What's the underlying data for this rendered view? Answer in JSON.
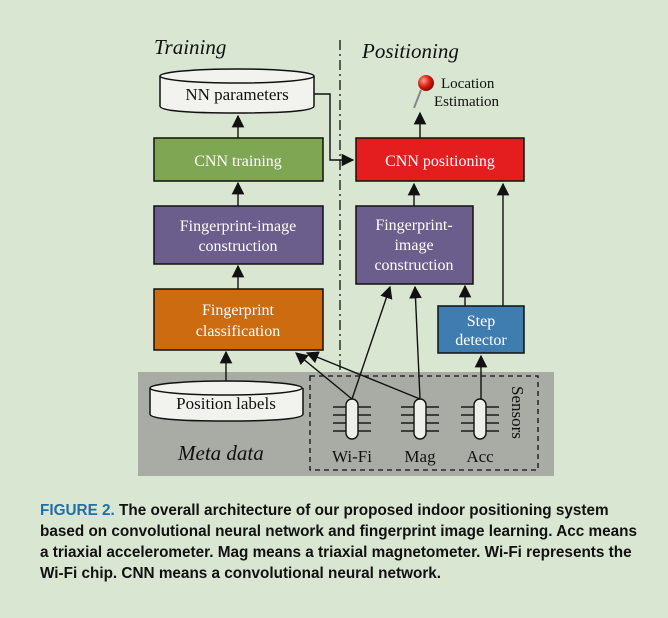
{
  "diagram": {
    "sections": {
      "training": "Training",
      "positioning": "Positioning"
    },
    "nodes": {
      "nn_parameters": "NN parameters",
      "cnn_training": "CNN training",
      "fpi_training": [
        "Fingerprint-image",
        "construction"
      ],
      "fp_classification": [
        "Fingerprint",
        "classification"
      ],
      "position_labels": "Position labels",
      "meta_data": "Meta data",
      "cnn_positioning": "CNN positioning",
      "fpi_positioning": [
        "Fingerprint-",
        "image",
        "construction"
      ],
      "step_detector": [
        "Step",
        "detector"
      ],
      "location_estimation": [
        "Location",
        "Estimation"
      ],
      "sensors_label": "Sensors",
      "sensors": [
        "Wi-Fi",
        "Mag",
        "Acc"
      ]
    },
    "colors": {
      "green": "#7fa653",
      "purple": "#6b5d8c",
      "orange": "#cc6b0f",
      "red": "#e41e1e",
      "blue": "#3f7db0",
      "gray_band": "#a8aca4",
      "background": "#d9e6d2"
    }
  },
  "caption": {
    "label": "FIGURE 2.",
    "text": "The overall architecture of our proposed indoor positioning system based on convolutional neural network and fingerprint image learning. Acc means a triaxial accelerometer. Mag means a triaxial magnetometer. Wi-Fi represents the Wi-Fi chip. CNN means a convolutional neural network."
  }
}
